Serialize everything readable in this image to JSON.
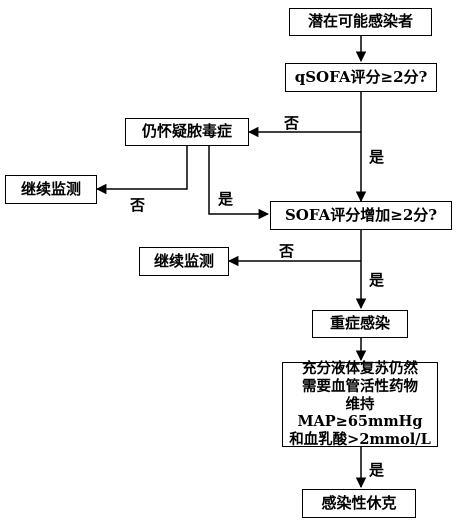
{
  "nodes": {
    "start": "潜在可能感染者",
    "qsofa": "qSOFA评分≥2分?",
    "suspect": "仍怀疑脓毒症",
    "monitor1": "继续监测",
    "sofa": "SOFA评分增加≥2分?",
    "monitor2": "继续监测",
    "sepsis": "重症感染",
    "shock_criteria": [
      "充分液体复苏仍然",
      "需要血管活性药物",
      "维持MAP≥65mmHg",
      "和血乳酸>2mmol/L"
    ],
    "shock": "感染性休克"
  },
  "edges": {
    "qsofa_no": "否",
    "qsofa_yes": "是",
    "suspect_no": "否",
    "suspect_yes": "是",
    "sofa_no": "否",
    "sofa_yes": "是",
    "criteria_yes": "是"
  }
}
